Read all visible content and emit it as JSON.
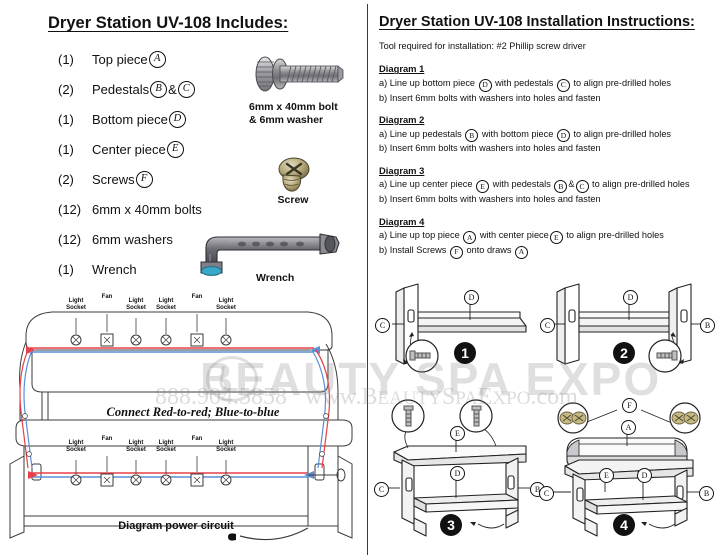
{
  "left_panel": {
    "heading": "Dryer Station UV-108  Includes:",
    "parts": [
      {
        "qty": "(1)",
        "name": "Top piece",
        "code": "A"
      },
      {
        "qty": "(2)",
        "name": "Pedestals",
        "code": "B",
        "code2": "C",
        "sep": "&"
      },
      {
        "qty": "(1)",
        "name": "Bottom piece",
        "code": "D"
      },
      {
        "qty": "(1)",
        "name": "Center piece",
        "code": "E"
      },
      {
        "qty": "(2)",
        "name": "Screws",
        "code": "F"
      },
      {
        "qty": "(12)",
        "name": "6mm x 40mm bolts",
        "code": ""
      },
      {
        "qty": "(12)",
        "name": "6mm washers",
        "code": ""
      },
      {
        "qty": "(1)",
        "name": "Wrench",
        "code": ""
      }
    ],
    "hardware": [
      {
        "caption": "6mm x 40mm bolt\n& 6mm washer"
      },
      {
        "caption": "Screw"
      },
      {
        "caption": "Wrench"
      }
    ],
    "circuit": {
      "note": "Connect Red-to-red; Blue-to-blue",
      "caption": "Diagram power circuit",
      "components": [
        "Light\nSocket",
        "Fan",
        "Light\nSocket",
        "Light\nSocket",
        "Fan",
        "Light\nSocket"
      ],
      "wire_red": "#e8404a",
      "wire_blue": "#5b8fd6"
    }
  },
  "right_panel": {
    "heading": "Dryer Station UV-108 Installation Instructions:",
    "tool_line": "Tool required for installation:  #2 Phillip screw driver",
    "diagrams": [
      {
        "title": "Diagram 1",
        "a_pre": "a) Line up bottom piece ",
        "a_c1": "D",
        "a_mid": " with pedestals ",
        "a_c2": "C",
        "a_post": " to align pre-drilled holes",
        "b": "b) Insert 6mm bolts with washers into holes and fasten"
      },
      {
        "title": "Diagram 2",
        "a_pre": "a) Line up pedestals ",
        "a_c1": "B",
        "a_mid": " with bottom piece ",
        "a_c2": "D",
        "a_post": " to align pre-drilled holes",
        "b": "b) Insert 6mm bolts with washers into holes and fasten"
      },
      {
        "title": "Diagram 3",
        "a_pre": "a) Line up center piece ",
        "a_c1": "E",
        "a_mid": " with pedestals ",
        "a_c2": "B",
        "a_c3": "C",
        "a_sep": "&",
        "a_post": " to align pre-drilled holes",
        "b": "b) Insert 6mm bolts with washers into holes and fasten"
      },
      {
        "title": "Diagram 4",
        "a_pre": "a) Line up top piece ",
        "a_c1": "A",
        "a_mid": " with center piece",
        "a_c2": "E",
        "a_post": " to align pre-drilled holes",
        "b_pre": "b) Install Screws ",
        "b_c1": "F",
        "b_mid": " onto draws ",
        "b_c2": "A"
      }
    ],
    "assembly": [
      {
        "number": "1",
        "labels": [
          "C",
          "D"
        ]
      },
      {
        "number": "2",
        "labels": [
          "C",
          "D",
          "B"
        ]
      },
      {
        "number": "3",
        "labels": [
          "C",
          "E",
          "D",
          "B"
        ]
      },
      {
        "number": "4",
        "labels": [
          "C",
          "F",
          "A",
          "E",
          "D",
          "B"
        ]
      }
    ]
  },
  "watermark": {
    "brand": "BEAUTY SPA EXPO",
    "phone": "888.904.5858",
    "site_pre": "www.B",
    "site_sc1": "EAUTY",
    "site_m": "S",
    "site_sc2": "PA",
    "site_m2": "E",
    "site_sc3": "XPO",
    "site_end": ".com"
  }
}
